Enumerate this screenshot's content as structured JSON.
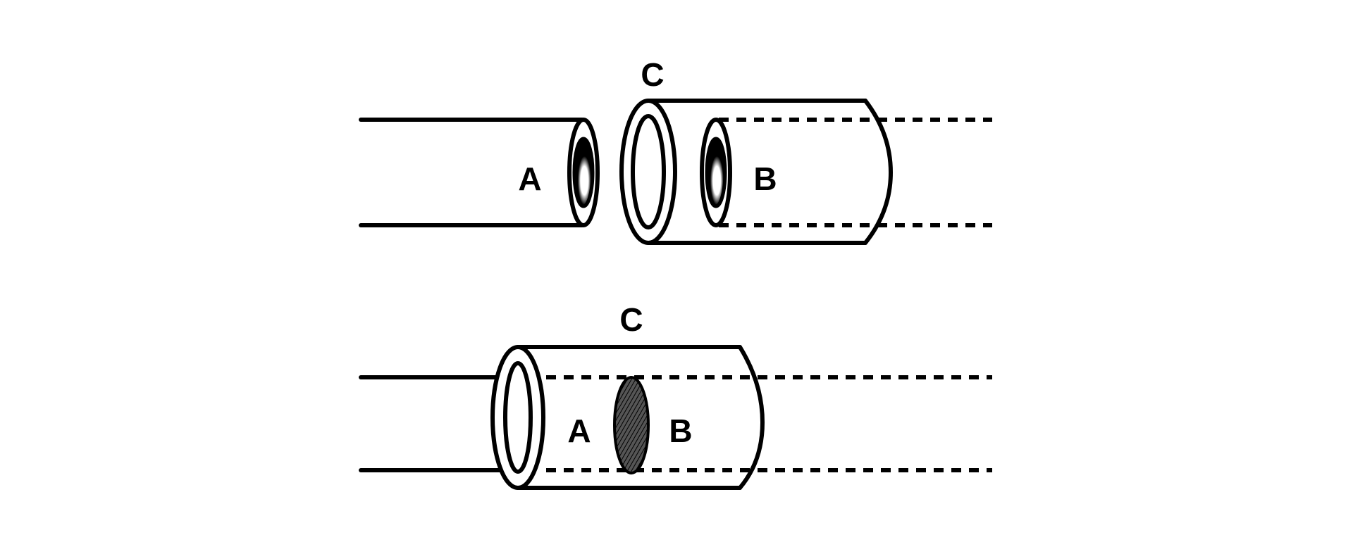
{
  "diagram": {
    "top": {
      "label_a": "A",
      "label_b": "B",
      "label_c": "C"
    },
    "bottom": {
      "label_a": "A",
      "label_b": "B",
      "label_c": "C"
    }
  }
}
